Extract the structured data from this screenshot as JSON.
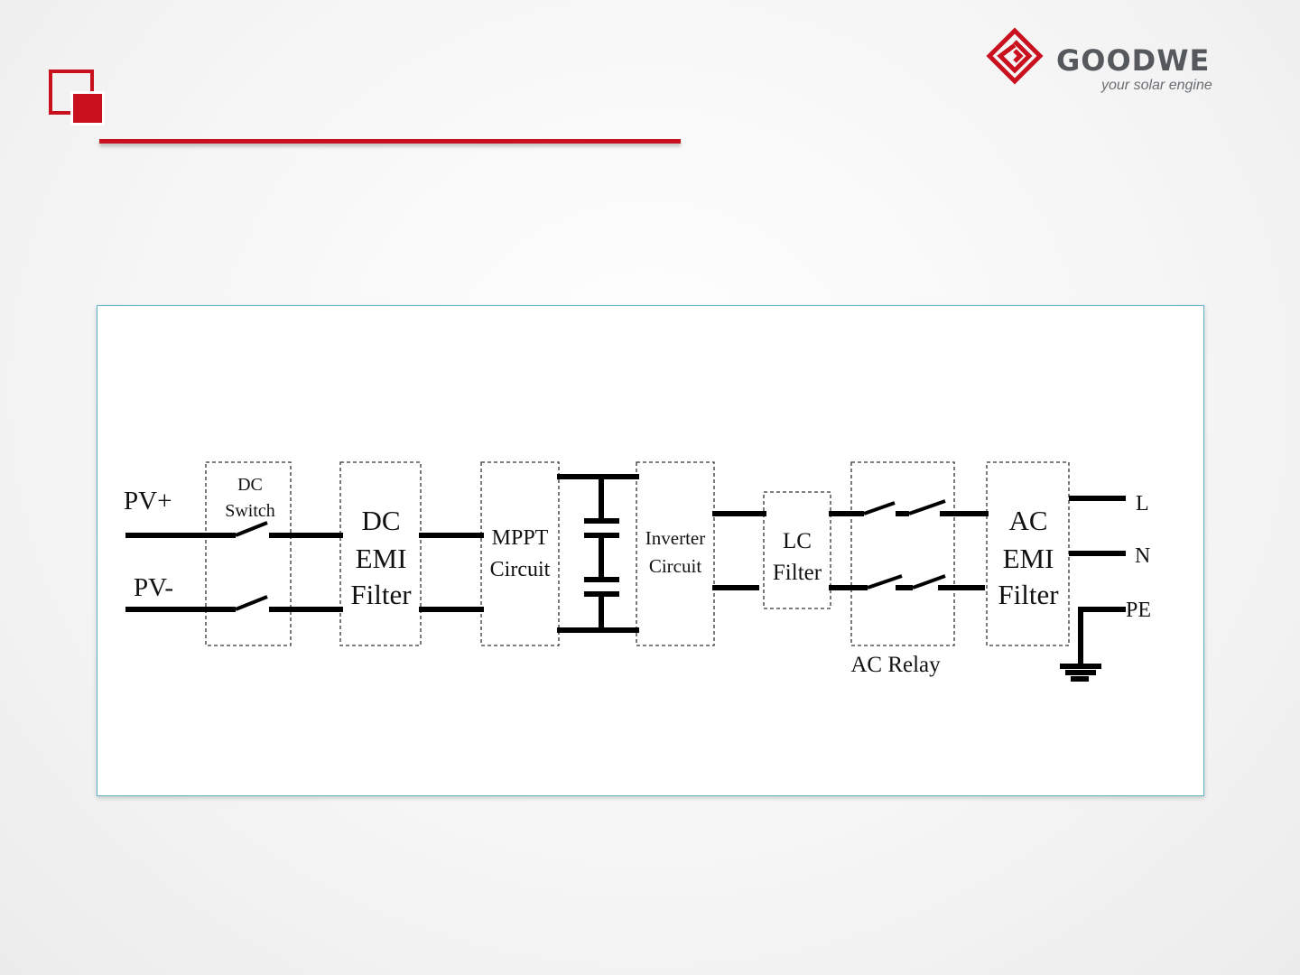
{
  "brand": {
    "name": "GOODWE",
    "tagline": "your solar engine",
    "accent_color": "#c8101e"
  },
  "diagram": {
    "inputs": {
      "pv_plus": "PV+",
      "pv_minus": "PV-"
    },
    "blocks": {
      "dc_switch": [
        "DC",
        "Switch"
      ],
      "dc_emi_filter": [
        "DC",
        "EMI",
        "Filter"
      ],
      "mppt_circuit": [
        "MPPT",
        "Circuit"
      ],
      "inverter_circuit": [
        "Inverter",
        "Circuit"
      ],
      "lc_filter": [
        "LC",
        "Filter"
      ],
      "ac_relay": "AC Relay",
      "ac_emi_filter": [
        "AC",
        "EMI",
        "Filter"
      ]
    },
    "outputs": {
      "l": "L",
      "n": "N",
      "pe": "PE"
    }
  }
}
